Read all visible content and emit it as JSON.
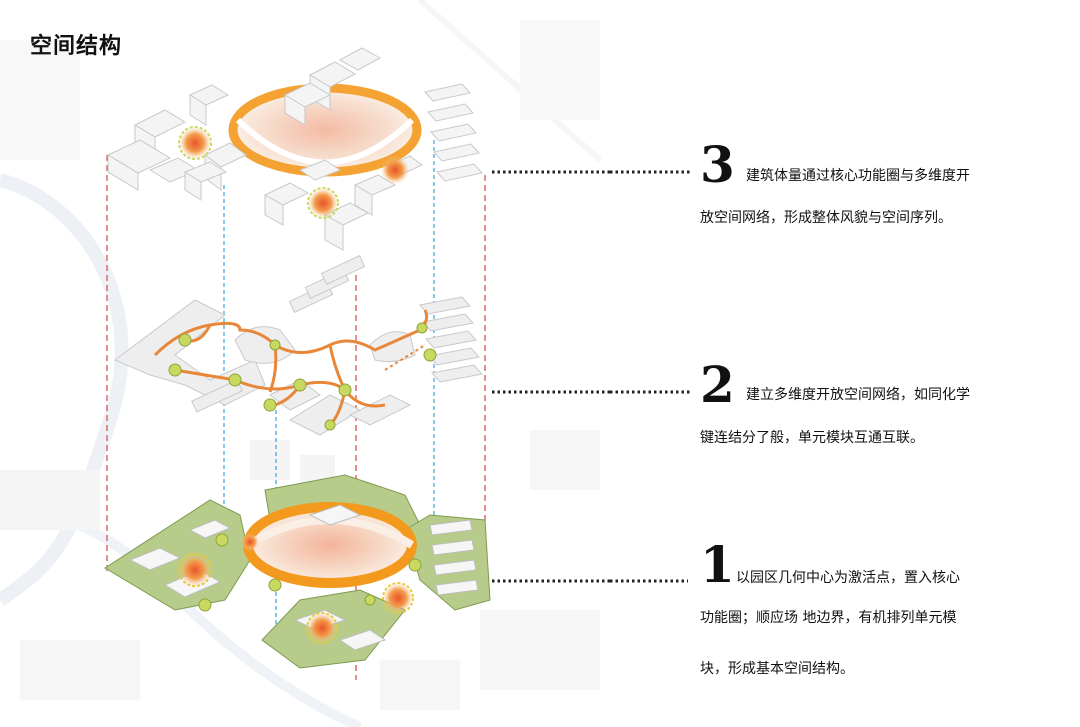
{
  "title": "空间结构",
  "steps": [
    {
      "number": "3",
      "lines": [
        "建筑体量通过核心功能圈与多维度开",
        "放空间网络，形成整体风貌与空间序列。"
      ]
    },
    {
      "number": "2",
      "lines": [
        "建立多维度开放空间网络，如同化学",
        "键连结分了般，单元模块互通互联。"
      ]
    },
    {
      "number": "1",
      "lines": [
        "以园区几何中心为激活点，置入核心",
        "功能圈；顺应场 地边界，有机排列单元模",
        "块，形成基本空间结构。"
      ]
    }
  ],
  "colors": {
    "accent_orange": "#f39a1e",
    "network_orange": "#e8873a",
    "green_ground": "#b7cc8a",
    "node_green": "#c9d95f",
    "guide_red": "#d9534f",
    "guide_blue": "#49a9e0",
    "building": "#f3f3f3"
  }
}
